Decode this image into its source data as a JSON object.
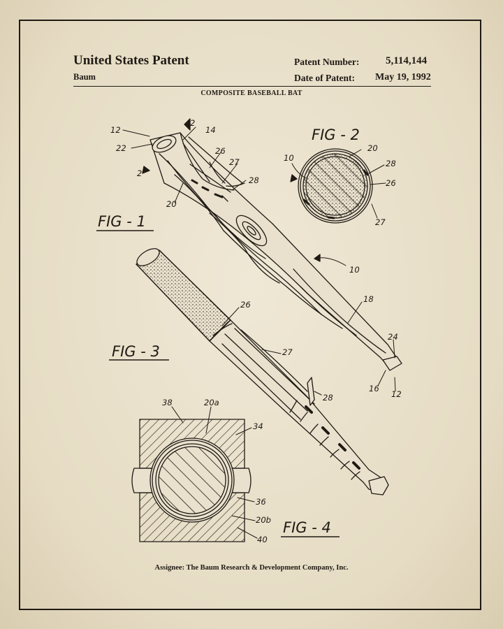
{
  "header": {
    "title": "United States Patent",
    "inventor": "Baum",
    "patent_number_label": "Patent Number:",
    "patent_number": "5,114,144",
    "date_label": "Date of Patent:",
    "date": "May 19, 1992"
  },
  "subtitle": "COMPOSITE BASEBALL BAT",
  "figures": {
    "fig1": "FIG - 1",
    "fig2": "FIG - 2",
    "fig3": "FIG - 3",
    "fig4": "FIG - 4"
  },
  "refs": {
    "r12a": "12",
    "r22": "22",
    "r2a": "2",
    "r2b": "2",
    "r14": "14",
    "r26a": "26",
    "r27a": "27",
    "r28a": "28",
    "r20a": "20",
    "r10a": "10",
    "r20b": "20",
    "r28b": "28",
    "r26b": "26",
    "r27b": "27",
    "r10b": "10",
    "r18": "18",
    "r24": "24",
    "r16": "16",
    "r12b": "12",
    "r26c": "26",
    "r27c": "27",
    "r28c": "28",
    "r38": "38",
    "r20a_sub": "20a",
    "r34": "34",
    "r36": "36",
    "r20b_sub": "20b",
    "r40": "40"
  },
  "footer": {
    "assignee": "Assignee:   The Baum Research & Development Company, Inc."
  }
}
